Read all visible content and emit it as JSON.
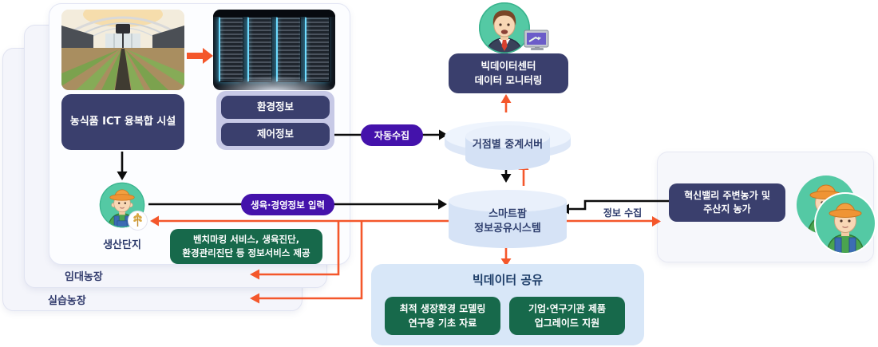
{
  "diagram": {
    "facility": {
      "photo_caption": "농식품 ICT 융복합 시설",
      "env_info_label": "환경정보",
      "control_info_label": "제어정보",
      "producer_label": "생산단지"
    },
    "layers": {
      "rental_farm": "임대농장",
      "practice_farm": "실습농장"
    },
    "flows": {
      "auto_collect": "자동수집",
      "growth_mgmt_input": "생육·경영정보 입력",
      "info_collect": "정보 수집"
    },
    "nodes": {
      "bigdata_center": {
        "line1": "빅데이터센터",
        "line2": "데이터 모니터링"
      },
      "relay_server": "거점별 중계서버",
      "smartfarm": {
        "line1": "스마트팜",
        "line2": "정보공유시스템"
      },
      "valley_farms": {
        "line1": "혁신밸리 주변농가 및",
        "line2": "주산지 농가"
      }
    },
    "services": {
      "benchmarking": {
        "line1": "벤치마킹 서비스, 생육진단,",
        "line2": "환경관리진단 등 정보서비스 제공"
      }
    },
    "share": {
      "title": "빅데이터 공유",
      "items": [
        {
          "line1": "최적 생장환경 모델링",
          "line2": "연구용 기초 자료"
        },
        {
          "line1": "기업·연구기관 제품",
          "line2": "업그레이드 지원"
        }
      ]
    },
    "icons": {
      "greenhouse": "greenhouse-photo",
      "server": "server-rack-photo",
      "analyst": "analyst-with-monitor-icon",
      "farmer": "farmer-avatar-icon",
      "farmers_group": "farmers-group-icon",
      "wheat": "wheat-badge-icon"
    },
    "colors": {
      "navy": "#3a3f6d",
      "purple": "#4412ab",
      "orange": "#f4572b",
      "green": "#17694b",
      "teal": "#54c9a4",
      "panel_blue": "#d8e7f8"
    }
  }
}
